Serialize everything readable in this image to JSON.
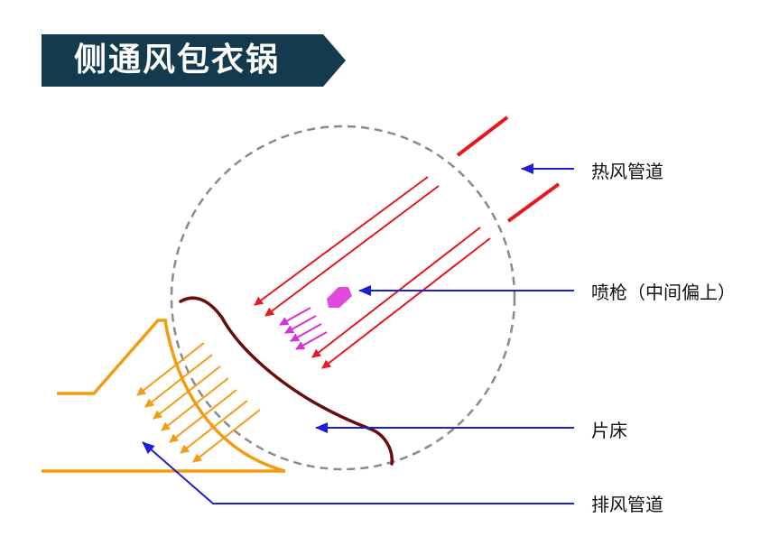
{
  "title": "侧通风包衣锅",
  "labels": {
    "hot_air_duct": "热风管道",
    "spray_gun": "喷枪（中间偏上）",
    "tablet_bed": "片床",
    "exhaust_duct": "排风管道"
  },
  "colors": {
    "banner": "#143a4e",
    "hot_air": "#e8191e",
    "spray": "#d532d8",
    "exhaust": "#f39c12",
    "tablet_bed": "#6b0c0c",
    "pointer": "#1e1ed6",
    "drum_outline": "#8a8a8a"
  }
}
